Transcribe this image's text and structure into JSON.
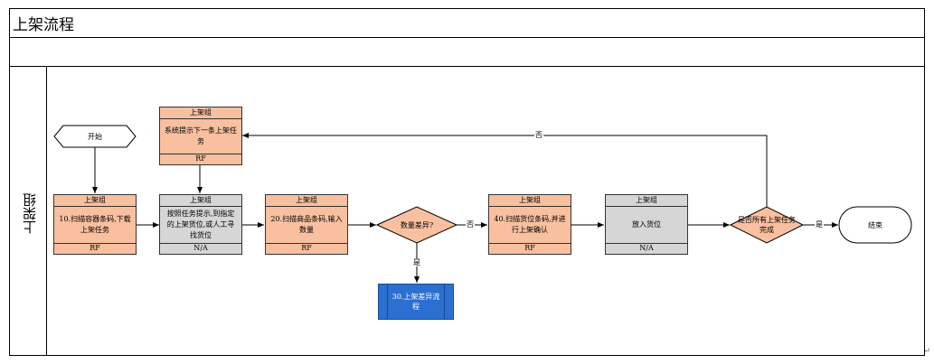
{
  "title": "上架流程",
  "lane": "上架组",
  "colors": {
    "orange": "#f9c09f",
    "gray": "#d6d6d6",
    "blue": "#2b6fd0",
    "line": "#000000"
  },
  "start": "开始",
  "end": "结束",
  "tasks": {
    "next_task": {
      "group": "上架组",
      "text": "系统提示下一条上架任务",
      "foot": "RF"
    },
    "scan_container": {
      "group": "上架组",
      "text": "10.扫描容器条码,下载上架任务",
      "foot": "RF"
    },
    "find_location": {
      "group": "上架组",
      "text": "按照任务提示,到指定的上架货位,或人工寻找货位",
      "foot": "N/A"
    },
    "scan_product": {
      "group": "上架组",
      "text": "20.扫描商品条码,输入数量",
      "foot": "RF"
    },
    "scan_location": {
      "group": "上架组",
      "text": "40.扫描货位条码,并进行上架确认",
      "foot": "RF"
    },
    "put_away": {
      "group": "上架组",
      "text": "放入货位",
      "foot": "N/A"
    }
  },
  "decisions": {
    "qty_diff": "数量差异?",
    "all_done": "是否所有上架任务完成"
  },
  "subprocess": "30.上架差异流程",
  "edges": {
    "no": "否",
    "yes": "是"
  },
  "return_mark": "↵"
}
